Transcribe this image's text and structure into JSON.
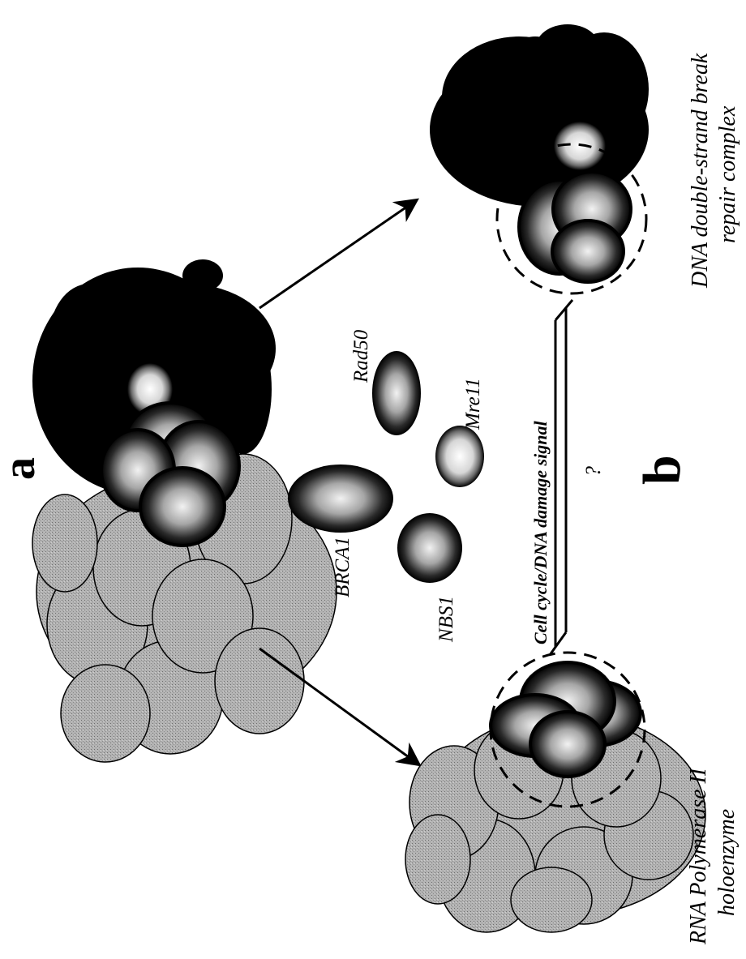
{
  "panel_labels": {
    "a": "a",
    "b": "b"
  },
  "labels": {
    "rna_pol_line1": "RNA Polymerase II",
    "rna_pol_line2": "holoenzyme",
    "dsb_line1": "DNA double-strand break",
    "dsb_line2": "repair complex",
    "brca1": "BRCA1",
    "rad50": "Rad50",
    "mre11": "Mre11",
    "nbs1": "NBS1",
    "signal": "Cell cycle/DNA damage signal",
    "question": "?"
  }
}
